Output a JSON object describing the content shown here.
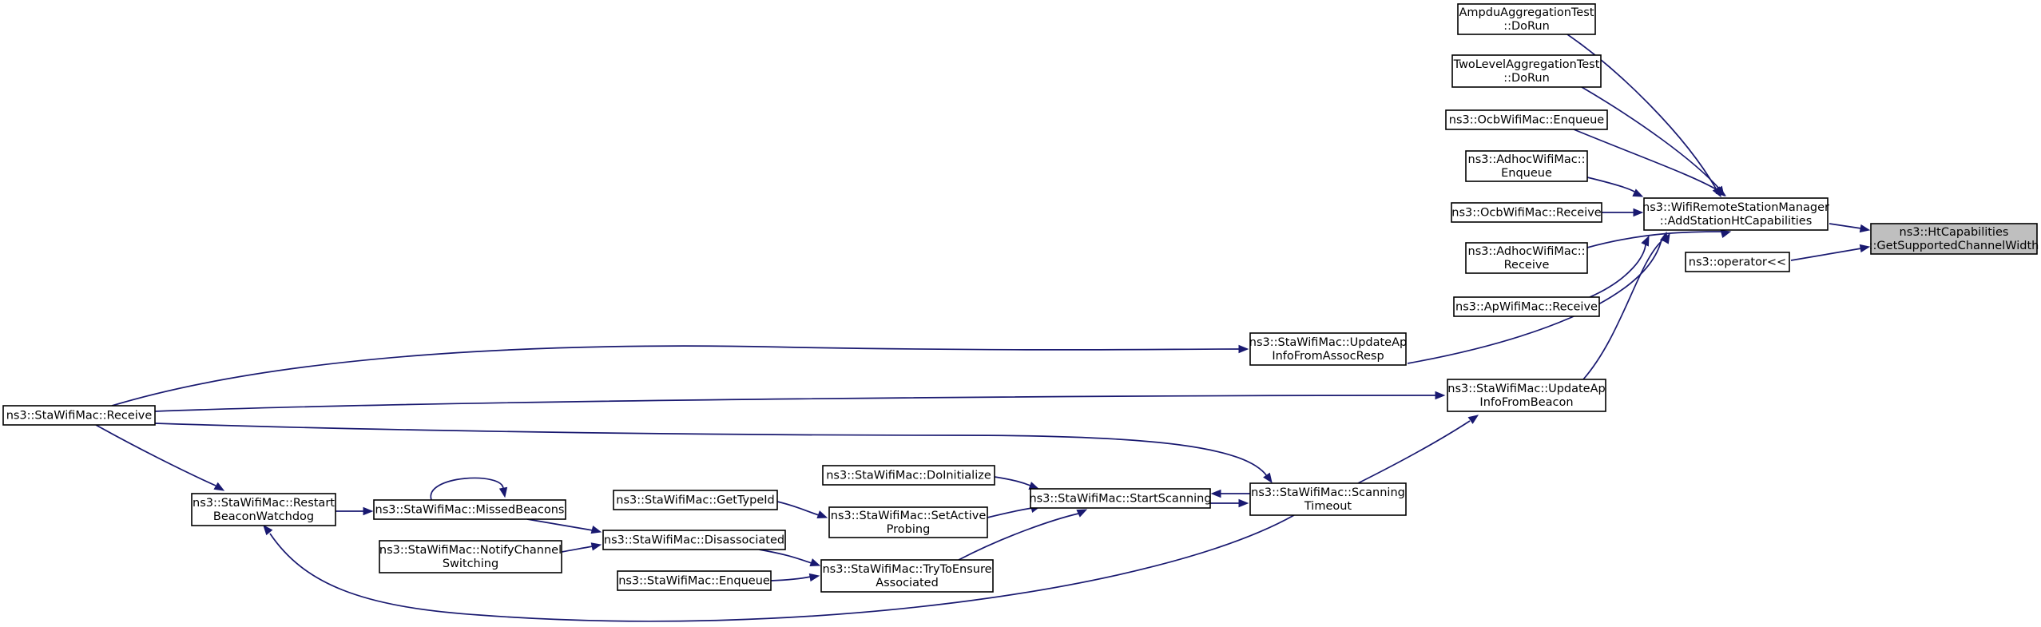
{
  "graph": {
    "focus_node": "ht_getsupported",
    "colors": {
      "edge": "#191970",
      "node_border": "#000000",
      "focus_fill": "#bfbfbf",
      "background": "#ffffff"
    },
    "nodes": [
      {
        "id": "ht_getsupported",
        "lines": [
          "ns3::HtCapabilities",
          "::GetSupportedChannelWidth"
        ]
      },
      {
        "id": "add_station",
        "lines": [
          "ns3::WifiRemoteStationManager",
          "::AddStationHtCapabilities"
        ]
      },
      {
        "id": "operator",
        "lines": [
          "ns3::operator<<"
        ]
      },
      {
        "id": "ampdu",
        "lines": [
          "AmpduAggregationTest",
          "::DoRun"
        ]
      },
      {
        "id": "twolevel",
        "lines": [
          "TwoLevelAggregationTest",
          "::DoRun"
        ]
      },
      {
        "id": "ocb_enqueue",
        "lines": [
          "ns3::OcbWifiMac::Enqueue"
        ]
      },
      {
        "id": "adhoc_enqueue",
        "lines": [
          "ns3::AdhocWifiMac::",
          "Enqueue"
        ]
      },
      {
        "id": "ocb_receive",
        "lines": [
          "ns3::OcbWifiMac::Receive"
        ]
      },
      {
        "id": "adhoc_receive",
        "lines": [
          "ns3::AdhocWifiMac::",
          "Receive"
        ]
      },
      {
        "id": "ap_receive",
        "lines": [
          "ns3::ApWifiMac::Receive"
        ]
      },
      {
        "id": "update_assoc",
        "lines": [
          "ns3::StaWifiMac::UpdateAp",
          "InfoFromAssocResp"
        ]
      },
      {
        "id": "update_beacon",
        "lines": [
          "ns3::StaWifiMac::UpdateAp",
          "InfoFromBeacon"
        ]
      },
      {
        "id": "sta_receive",
        "lines": [
          "ns3::StaWifiMac::Receive"
        ]
      },
      {
        "id": "scan_timeout",
        "lines": [
          "ns3::StaWifiMac::Scanning",
          "Timeout"
        ]
      },
      {
        "id": "start_scanning",
        "lines": [
          "ns3::StaWifiMac::StartScanning"
        ]
      },
      {
        "id": "do_initialize",
        "lines": [
          "ns3::StaWifiMac::DoInitialize"
        ]
      },
      {
        "id": "set_active",
        "lines": [
          "ns3::StaWifiMac::SetActive",
          "Probing"
        ]
      },
      {
        "id": "get_typeid",
        "lines": [
          "ns3::StaWifiMac::GetTypeId"
        ]
      },
      {
        "id": "try_ensure",
        "lines": [
          "ns3::StaWifiMac::TryToEnsure",
          "Associated"
        ]
      },
      {
        "id": "disassociated",
        "lines": [
          "ns3::StaWifiMac::Disassociated"
        ]
      },
      {
        "id": "sta_enqueue",
        "lines": [
          "ns3::StaWifiMac::Enqueue"
        ]
      },
      {
        "id": "notify_channel",
        "lines": [
          "ns3::StaWifiMac::NotifyChannel",
          "Switching"
        ]
      },
      {
        "id": "missed_beacons",
        "lines": [
          "ns3::StaWifiMac::MissedBeacons"
        ]
      },
      {
        "id": "restart_watchdog",
        "lines": [
          "ns3::StaWifiMac::Restart",
          "BeaconWatchdog"
        ]
      }
    ],
    "edges": [
      {
        "from": "add_station",
        "to": "ht_getsupported"
      },
      {
        "from": "operator",
        "to": "ht_getsupported"
      },
      {
        "from": "ampdu",
        "to": "add_station"
      },
      {
        "from": "twolevel",
        "to": "add_station"
      },
      {
        "from": "ocb_enqueue",
        "to": "add_station"
      },
      {
        "from": "adhoc_enqueue",
        "to": "add_station"
      },
      {
        "from": "ocb_receive",
        "to": "add_station"
      },
      {
        "from": "adhoc_receive",
        "to": "add_station"
      },
      {
        "from": "ap_receive",
        "to": "add_station"
      },
      {
        "from": "update_assoc",
        "to": "add_station"
      },
      {
        "from": "update_beacon",
        "to": "add_station"
      },
      {
        "from": "sta_receive",
        "to": "update_assoc"
      },
      {
        "from": "sta_receive",
        "to": "update_beacon"
      },
      {
        "from": "scan_timeout",
        "to": "update_beacon"
      },
      {
        "from": "sta_receive",
        "to": "scan_timeout"
      },
      {
        "from": "start_scanning",
        "to": "scan_timeout"
      },
      {
        "from": "scan_timeout",
        "to": "start_scanning"
      },
      {
        "from": "do_initialize",
        "to": "start_scanning"
      },
      {
        "from": "set_active",
        "to": "start_scanning"
      },
      {
        "from": "try_ensure",
        "to": "start_scanning"
      },
      {
        "from": "get_typeid",
        "to": "set_active"
      },
      {
        "from": "disassociated",
        "to": "try_ensure"
      },
      {
        "from": "sta_enqueue",
        "to": "try_ensure"
      },
      {
        "from": "missed_beacons",
        "to": "disassociated"
      },
      {
        "from": "notify_channel",
        "to": "disassociated"
      },
      {
        "from": "restart_watchdog",
        "to": "missed_beacons"
      },
      {
        "from": "missed_beacons",
        "to": "missed_beacons"
      },
      {
        "from": "sta_receive",
        "to": "restart_watchdog"
      },
      {
        "from": "scan_timeout",
        "to": "restart_watchdog"
      }
    ]
  }
}
